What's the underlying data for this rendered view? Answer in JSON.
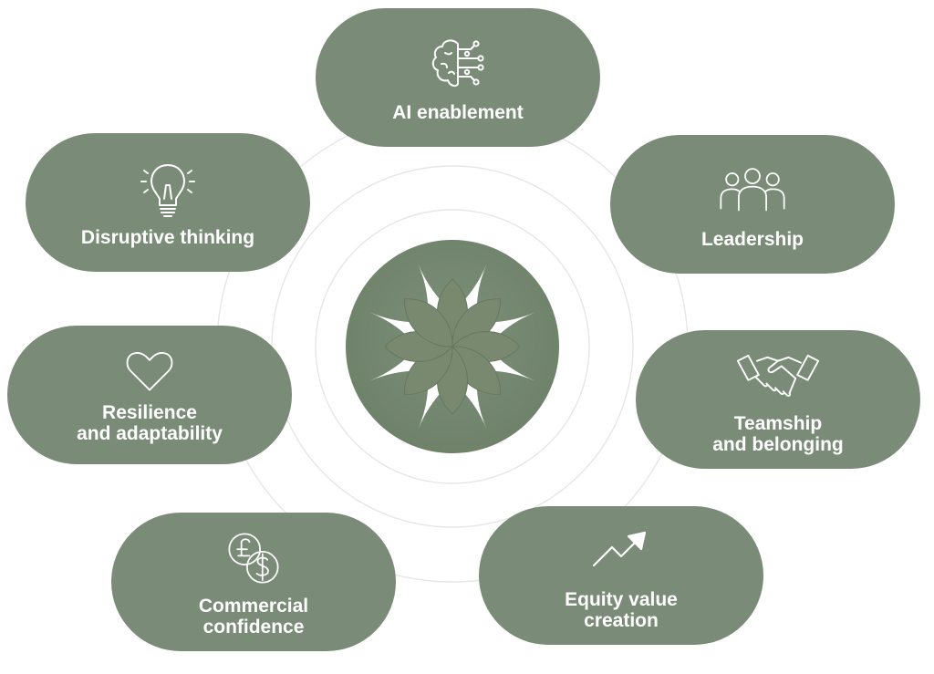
{
  "colors": {
    "pill": "#7a8c78",
    "center": "#75876f",
    "ring": "#e3e3e3",
    "text": "#ffffff"
  },
  "capabilities": [
    {
      "id": "ai-enablement",
      "label": "AI enablement",
      "icon": "brain-circuit-icon"
    },
    {
      "id": "disruptive-thinking",
      "label": "Disruptive thinking",
      "icon": "lightbulb-icon"
    },
    {
      "id": "leadership",
      "label": "Leadership",
      "icon": "people-group-icon"
    },
    {
      "id": "resilience",
      "label": "Resilience\nand adaptability",
      "icon": "heart-icon"
    },
    {
      "id": "teamship",
      "label": "Teamship\nand belonging",
      "icon": "handshake-icon"
    },
    {
      "id": "commercial-confidence",
      "label": "Commercial\nconfidence",
      "icon": "currency-coins-icon"
    },
    {
      "id": "equity-value",
      "label": "Equity value\ncreation",
      "icon": "trending-up-arrow-icon"
    }
  ],
  "center": {
    "icon": "petal-flower-logo-icon"
  }
}
